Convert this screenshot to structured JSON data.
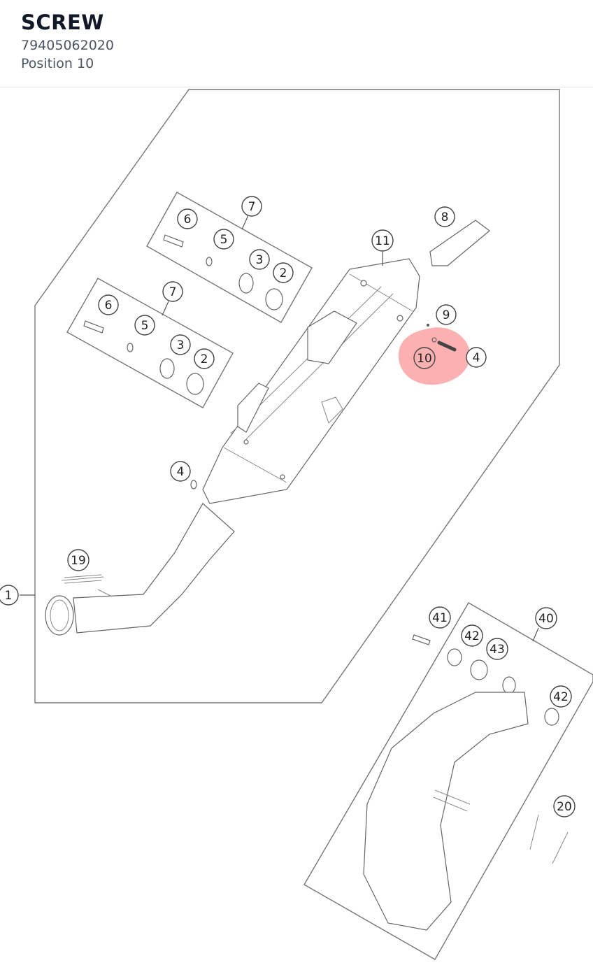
{
  "header": {
    "title": "SCREW",
    "part_number": "79405062020",
    "position": "Position 10"
  },
  "highlight_color": "#f87171",
  "callouts": [
    {
      "label": "1"
    },
    {
      "label": "7"
    },
    {
      "label": "6"
    },
    {
      "label": "5"
    },
    {
      "label": "3"
    },
    {
      "label": "2"
    },
    {
      "label": "7"
    },
    {
      "label": "6"
    },
    {
      "label": "5"
    },
    {
      "label": "3"
    },
    {
      "label": "2"
    },
    {
      "label": "8"
    },
    {
      "label": "11"
    },
    {
      "label": "9"
    },
    {
      "label": "10"
    },
    {
      "label": "4"
    },
    {
      "label": "4"
    },
    {
      "label": "19"
    },
    {
      "label": "41"
    },
    {
      "label": "40"
    },
    {
      "label": "42"
    },
    {
      "label": "43"
    },
    {
      "label": "42"
    },
    {
      "label": "20"
    }
  ]
}
